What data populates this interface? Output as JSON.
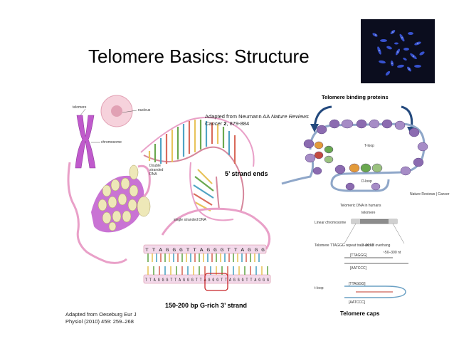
{
  "slide": {
    "title": "Telomere Basics: Structure",
    "citation_neumann": {
      "prefix": "Adapted from Neumann AA ",
      "journal": "Nature Reviews Cancer",
      "volume": "2",
      "pages": ", 879-884"
    },
    "citation_oeseburg": {
      "line1": "Adapted from Oeseburg Eur J",
      "line2": "Physiol (2010) 459: 259–268"
    },
    "labels": {
      "strand_ends": "5’ strand ends",
      "g_rich": "150-200 bp G-rich 3’ strand",
      "binding_proteins": "Telomere binding proteins",
      "telomere_caps": "Telomere caps"
    },
    "diagram_left": {
      "telomere": "telomere",
      "nucleus": "nucleus",
      "chromosome": "chromosome",
      "double_stranded_line1": "Double",
      "double_stranded_line2": "stranded",
      "double_stranded_line3": "DNA",
      "single_stranded": "single stranded DNA",
      "seq_top": "T T A G G G T T A G G G T T A G G G",
      "seq_bottom": "T T A G G G T T A G G G T T A G G G T T A G G G T T A G G G"
    },
    "diagram_right": {
      "tloop": "T-loop",
      "dloop": "D-loop",
      "journal_credit": "Nature Reviews | Cancer",
      "panel_title": "Telomeric DNA in humans",
      "telomere": "telomere",
      "linear_chromosome": "Linear chromosome",
      "repeat_label": "Telomere TTAGGG repeat tract and 3' overhang",
      "kb": "2–30 kb",
      "nt": "~50–300 nt",
      "seq1": "[TTAGGG]",
      "seq2": "[AATCCC]",
      "tloop_label": "t-loop"
    }
  },
  "colors": {
    "magenta": "#c05acc",
    "pink": "#e9a0c8",
    "red_box": "#c8262a",
    "arrow_blue": "#23497d",
    "protein_purple": "#8b6bb0",
    "protein_orange": "#e39b3a",
    "protein_green": "#6aa84f"
  }
}
